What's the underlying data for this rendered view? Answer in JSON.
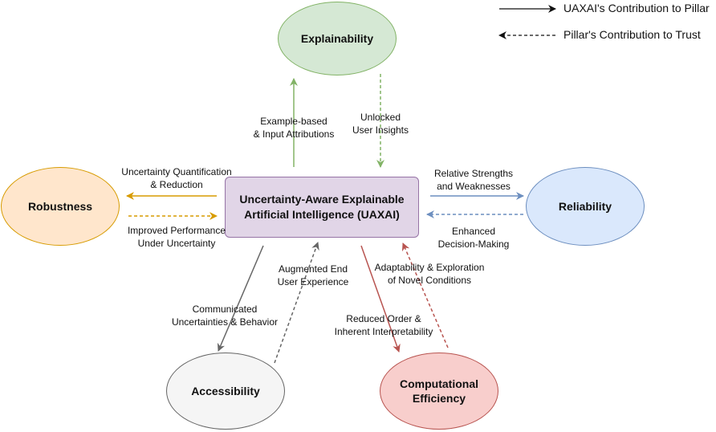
{
  "legend": {
    "solid_label": "UAXAI's Contribution to Pillar",
    "dashed_label": "Pillar's Contribution to Trust"
  },
  "nodes": {
    "center": {
      "line1": "Uncertainty-Aware Explainable",
      "line2": "Artificial Intelligence (UAXAI)"
    },
    "explainability": {
      "label": "Explainability"
    },
    "robustness": {
      "label": "Robustness"
    },
    "reliability": {
      "label": "Reliability"
    },
    "accessibility": {
      "label": "Accessibility"
    },
    "efficiency": {
      "line1": "Computational",
      "line2": "Efficiency"
    }
  },
  "edges": {
    "explain_solid": {
      "line1": "Example-based",
      "line2": "& Input Attributions"
    },
    "explain_dashed": {
      "line1": "Unlocked",
      "line2": "User Insights"
    },
    "robust_solid": {
      "line1": "Uncertainty Quantification",
      "line2": "& Reduction"
    },
    "robust_dashed": {
      "line1": "Improved Performance",
      "line2": "Under Uncertainty"
    },
    "reliab_solid": {
      "line1": "Relative Strengths",
      "line2": "and Weaknesses"
    },
    "reliab_dashed": {
      "line1": "Enhanced",
      "line2": "Decision-Making"
    },
    "access_solid": {
      "line1": "Communicated",
      "line2": "Uncertainties & Behavior"
    },
    "access_dashed": {
      "line1": "Augmented End",
      "line2": "User Experience"
    },
    "effic_solid": {
      "line1": "Reduced Order &",
      "line2": "Inherent Interpretability"
    },
    "effic_dashed": {
      "line1": "Adaptability & Exploration",
      "line2": "of Novel Conditions"
    }
  },
  "colors": {
    "explainability": {
      "fill": "#d5e8d4",
      "stroke": "#82b366"
    },
    "robustness": {
      "fill": "#ffe6cc",
      "stroke": "#d79b00"
    },
    "reliability": {
      "fill": "#dae8fc",
      "stroke": "#6c8ebf"
    },
    "accessibility": {
      "fill": "#f5f5f5",
      "stroke": "#666666"
    },
    "efficiency": {
      "fill": "#f8cecc",
      "stroke": "#b85450"
    },
    "center": {
      "fill": "#e1d5e7",
      "stroke": "#9673a6"
    }
  }
}
